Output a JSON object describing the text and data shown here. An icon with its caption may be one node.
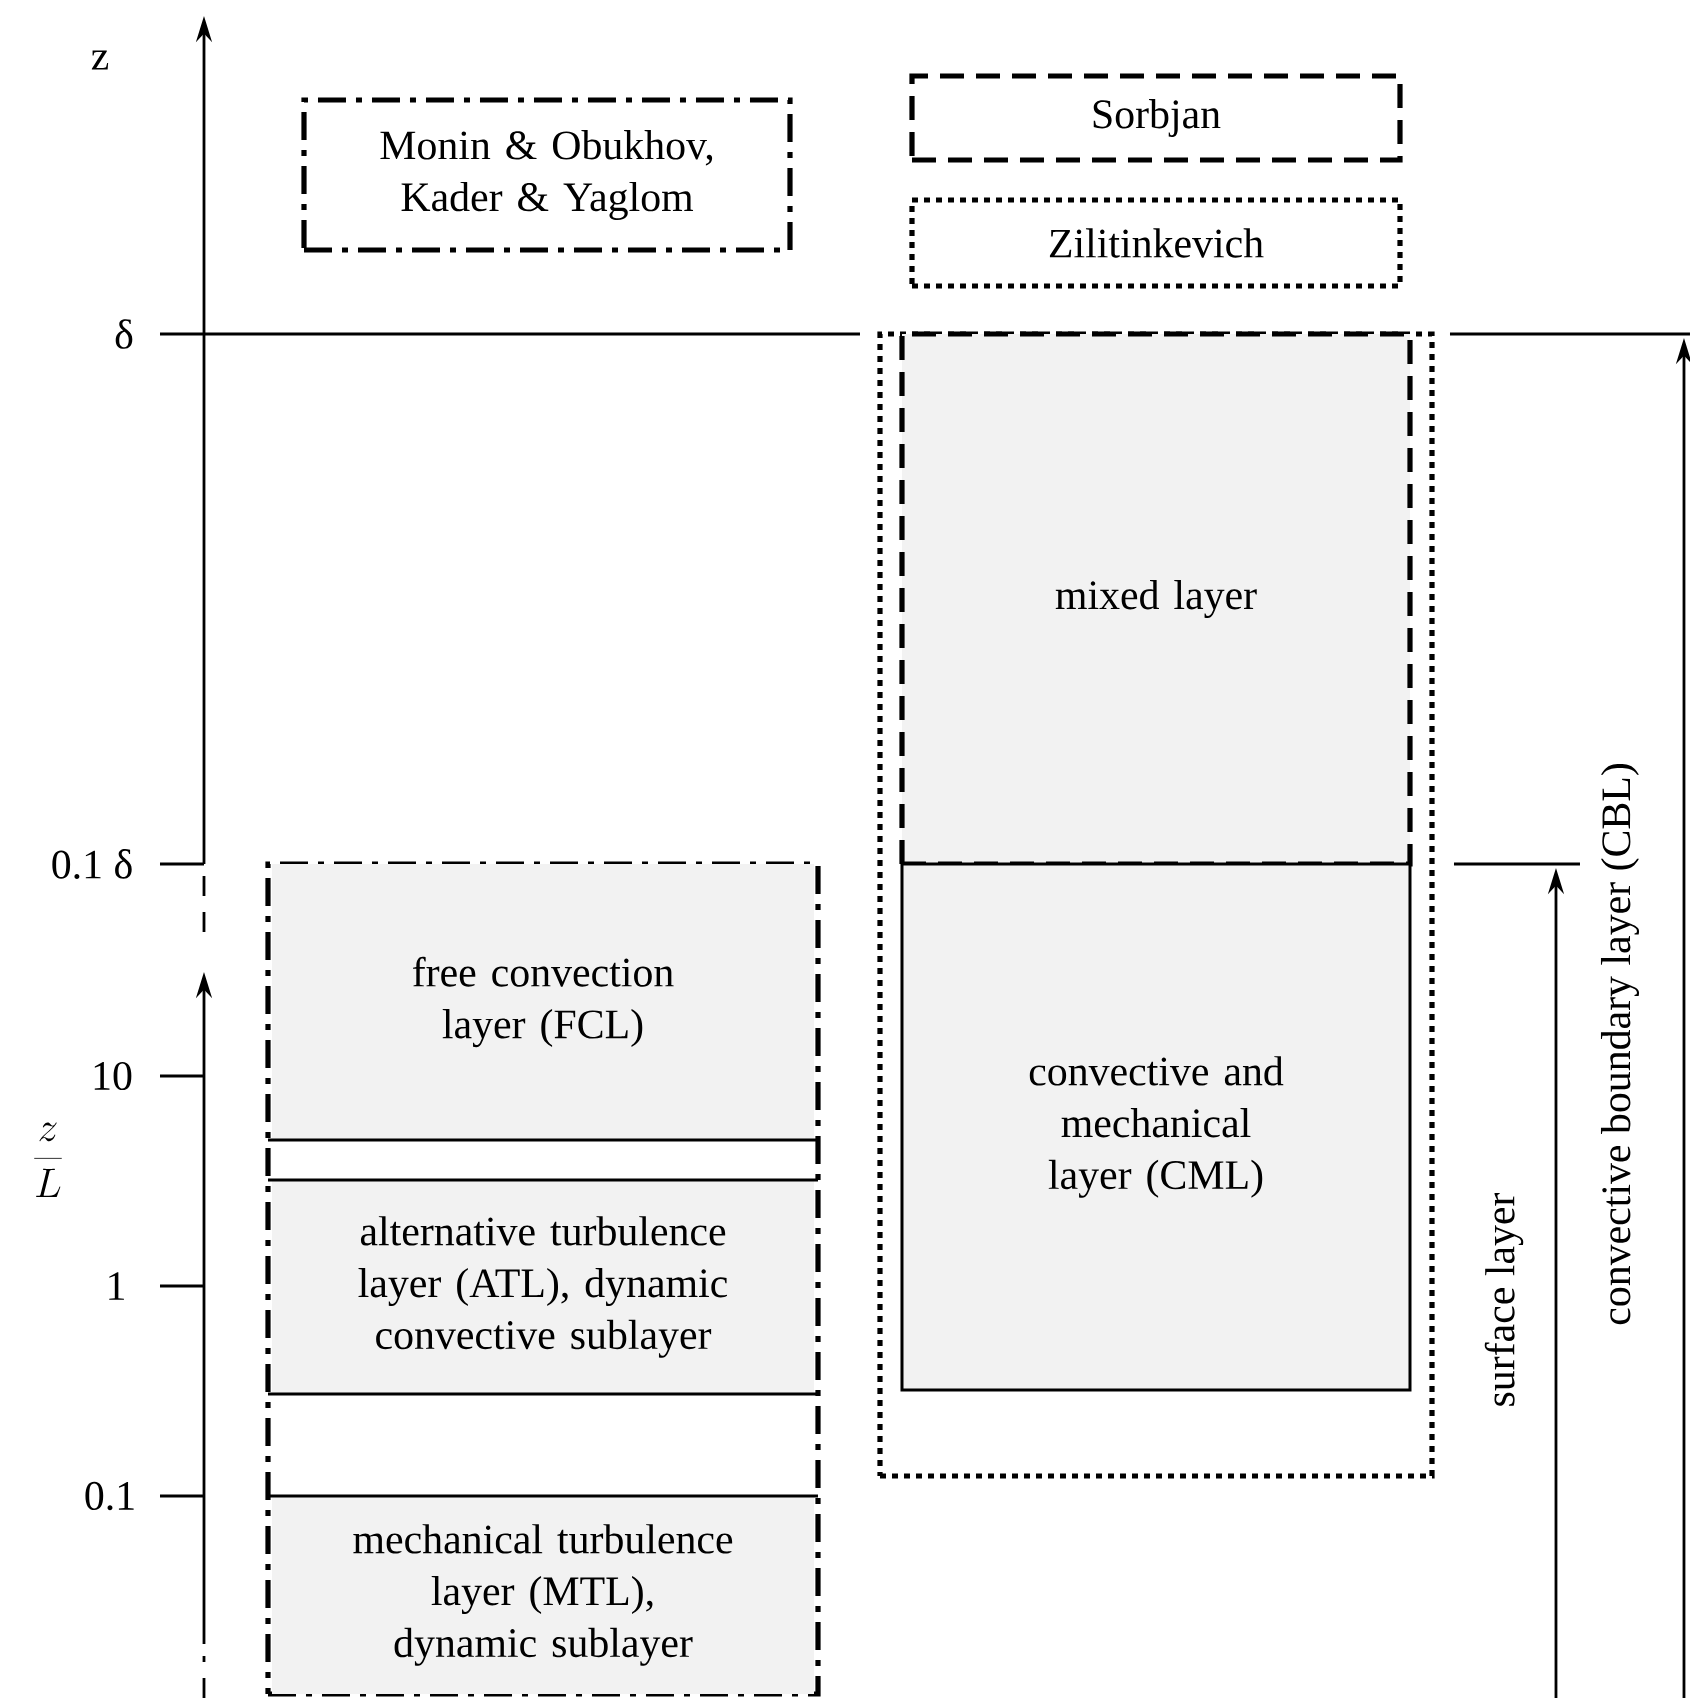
{
  "diagram": {
    "nodes": [
      {
        "text": [
          "Monin & Obukhov, Kader & Yaglom"
        ]
      },
      {
        "text": [
          "Sorbjan"
        ]
      },
      {
        "text": [
          "Zilitinkevich"
        ]
      },
      {
        "text": [],
        "shape": "box"
      },
      {
        "text": [
          "free convection layer (FCL)"
        ],
        "in": 3
      },
      {
        "text": [
          "alternative turbulence layer (ATL), dynamic convective sublayer"
        ],
        "in": 3
      },
      {
        "text": [
          "mechanical turbulence layer (MTL), dynamic sublayer"
        ],
        "in": 3
      },
      {
        "text": [],
        "shape": "box"
      },
      {
        "text": [
          "mixed layer"
        ],
        "in": 7
      },
      {
        "text": [
          "convective and mechanical layer (CML)"
        ],
        "in": 7
      }
    ],
    "labels": [
      "z",
      "δ",
      "0.1 δ",
      "10",
      "\\frac{z}{L}",
      "1",
      "0.1",
      "surface layer",
      "convective boundary layer (CBL)"
    ]
  }
}
